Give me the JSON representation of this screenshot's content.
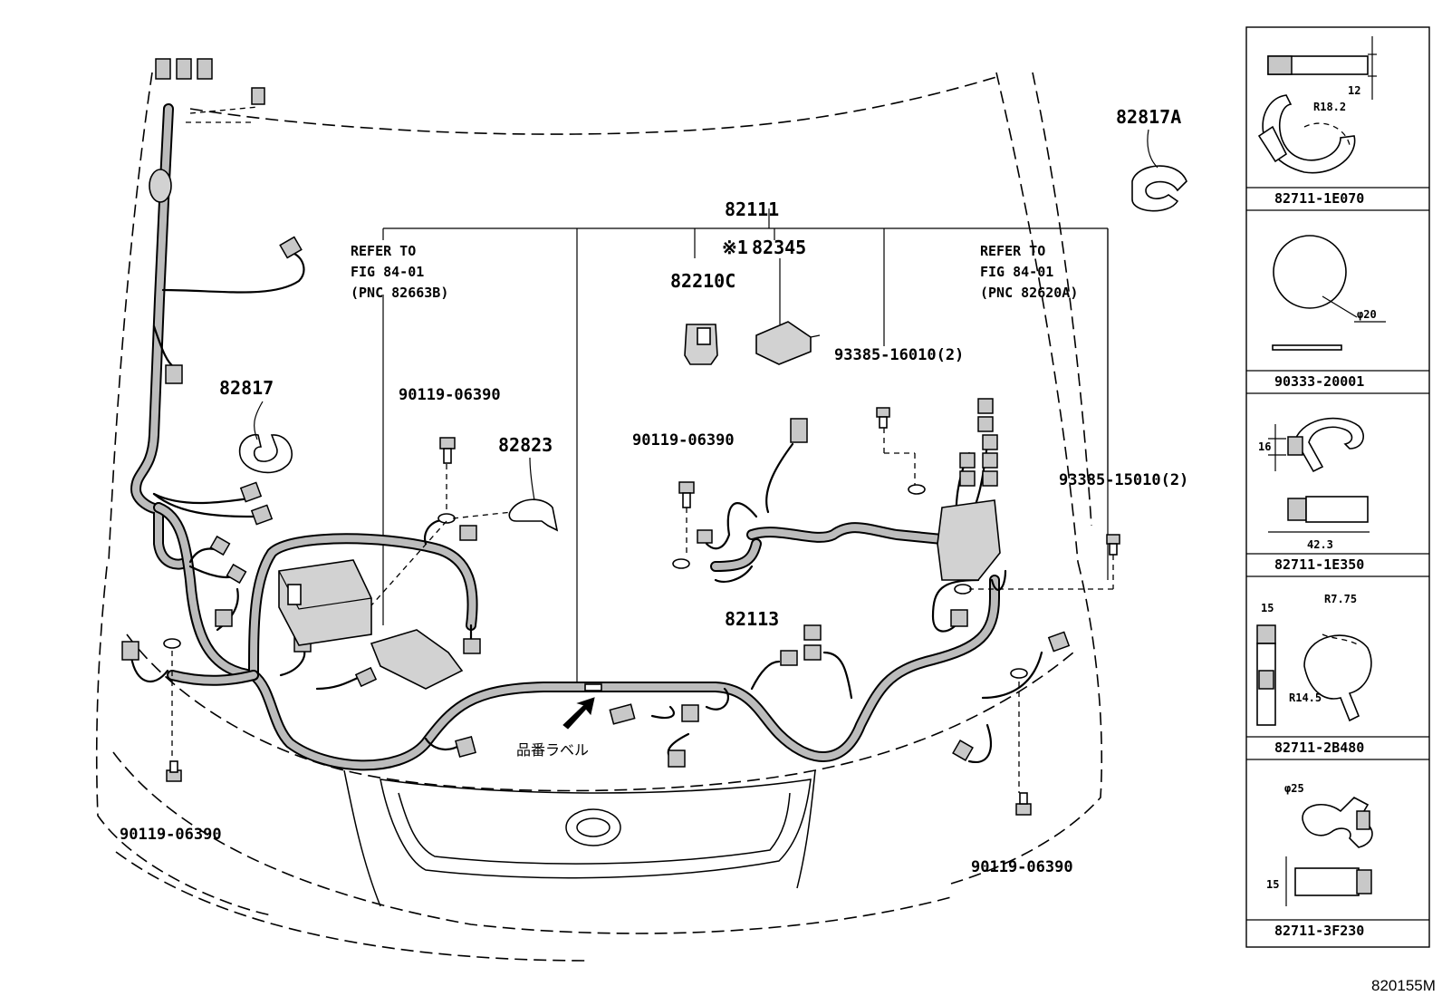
{
  "diagram": {
    "callouts": {
      "harness_main": "82111",
      "harness_sub": "82113",
      "clamp_a": "82817A",
      "clamp": "82817",
      "cover": "82823",
      "relay": "82210C",
      "relay_note": "※1",
      "relay_block": "82345",
      "bolt_upper_left": "90119-06390",
      "bolt_center": "90119-06390",
      "bolt_lower_left": "90119-06390",
      "bolt_lower_right": "90119-06390",
      "nut_a": "93385-16010(2)",
      "nut_b": "93385-15010(2)"
    },
    "refer_left": [
      "REFER TO",
      "FIG 84-01",
      "(PNC 82663B)"
    ],
    "refer_right": [
      "REFER TO",
      "FIG 84-01",
      "(PNC 82620A)"
    ],
    "label_note": "品番ラベル",
    "figure_id": "820155M"
  },
  "side_panels": [
    {
      "part_no": "82711-1E070",
      "dims": [
        "12",
        "R18.2"
      ]
    },
    {
      "part_no": "90333-20001",
      "dims": [
        "φ20"
      ]
    },
    {
      "part_no": "82711-1E350",
      "dims": [
        "16",
        "42.3"
      ]
    },
    {
      "part_no": "82711-2B480",
      "dims": [
        "15",
        "R7.75",
        "R14.5"
      ]
    },
    {
      "part_no": "82711-3F230",
      "dims": [
        "φ25",
        "15"
      ]
    }
  ]
}
